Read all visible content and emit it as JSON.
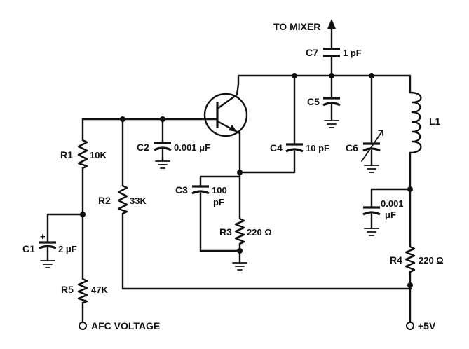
{
  "labels": {
    "to_mixer": "TO MIXER",
    "c7": "C7",
    "c7_value": "1 pF",
    "c5": "C5",
    "l1": "L1",
    "r1": "R1",
    "r1_value": "10K",
    "c2": "C2",
    "c2_value": "0.001 μF",
    "c4": "C4",
    "c4_value": "10 pF",
    "c6": "C6",
    "c3": "C3",
    "c3_value_1": "100",
    "c3_value_2": "pF",
    "r2": "R2",
    "r2_value": "33K",
    "bypass_value_1": "0.001",
    "bypass_value_2": "μF",
    "r3": "R3",
    "r3_value": "220 Ω",
    "c1": "C1",
    "c1_polarity": "+",
    "c1_value": "2 μF",
    "r4": "R4",
    "r4_value": "220 Ω",
    "r5": "R5",
    "r5_value": "47K",
    "afc_voltage": "AFC VOLTAGE",
    "supply": "+5V"
  }
}
